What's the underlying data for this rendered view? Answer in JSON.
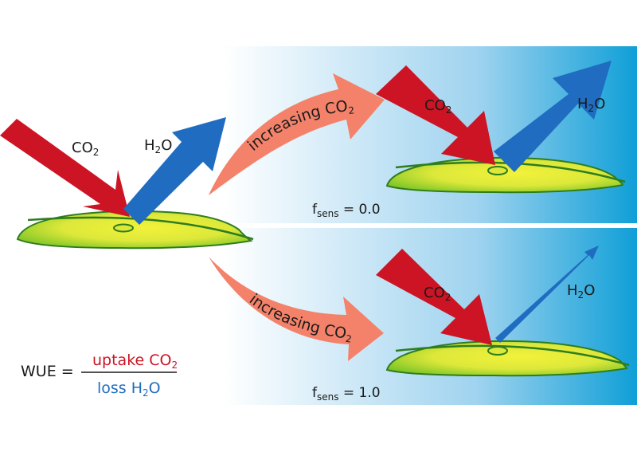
{
  "colors": {
    "co2_red": "#cc1424",
    "h2o_blue": "#1f6cc0",
    "arc_salmon": "#f4826a",
    "leaf_yellow": "#dde83a",
    "leaf_green": "#7cc427",
    "leaf_outline": "#2e7d1e",
    "panel_blue": "#0fa0d8"
  },
  "left_leaf": {
    "co2_label": "CO",
    "co2_sub": "2",
    "h2o_label": "H",
    "h2o_sub": "2",
    "h2o_tail": "O"
  },
  "top_panel": {
    "arc_label": "increasing CO",
    "arc_sub": "2",
    "co2_label": "CO",
    "co2_sub": "2",
    "h2o_label": "H",
    "h2o_sub": "2",
    "h2o_tail": "O",
    "fsens_base": "f",
    "fsens_sub": "sens",
    "fsens_value": " = 0.0"
  },
  "bottom_panel": {
    "arc_label": "increasing CO",
    "arc_sub": "2",
    "co2_label": "CO",
    "co2_sub": "2",
    "h2o_label": "H",
    "h2o_sub": "2",
    "h2o_tail": "O",
    "fsens_base": "f",
    "fsens_sub": "sens",
    "fsens_value": " = 1.0"
  },
  "wue": {
    "lhs": "WUE =",
    "numerator": "uptake CO",
    "numerator_sub": "2",
    "denominator": "loss H",
    "denominator_sub": "2",
    "denominator_tail": "O"
  }
}
